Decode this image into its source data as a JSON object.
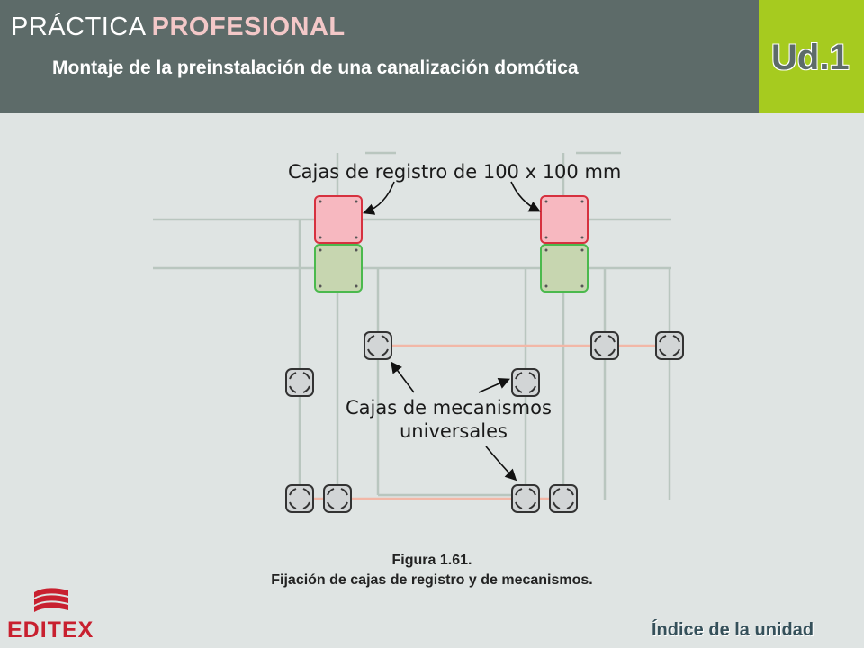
{
  "header": {
    "practice_light": "PRÁCTICA",
    "practice_bold": "PROFESIONAL",
    "subtitle": "Montaje de la preinstalación de una canalización domótica",
    "unit": "Ud.1"
  },
  "diagram": {
    "label_registro": "Cajas de registro de 100 x 100 mm",
    "label_mecanismos_1": "Cajas de mecanismos",
    "label_mecanismos_2": "universales"
  },
  "caption": {
    "figure": "Figura 1.61.",
    "text": "Fijación de cajas de registro y de mecanismos."
  },
  "logo": {
    "text": "EDITEX"
  },
  "footer": {
    "index_link": "Índice de la unidad"
  },
  "colors": {
    "header_bg": "#5d6b69",
    "unit_bg": "#a6cb1f",
    "registro_red": "#f7b8c0",
    "registro_green": "#c7d6b0",
    "logo_red": "#c8202f"
  }
}
